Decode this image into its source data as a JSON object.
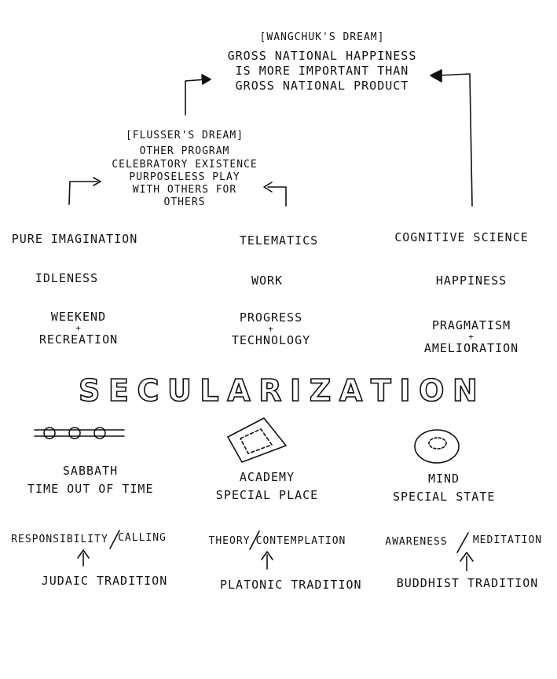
{
  "wangchuk": {
    "title": "[WANGCHUK'S DREAM]",
    "lines": [
      "GROSS NATIONAL HAPPINESS",
      "IS MORE IMPORTANT THAN",
      "GROSS NATIONAL PRODUCT"
    ]
  },
  "flusser": {
    "title": "[FLUSSER'S DREAM]",
    "lines": [
      "OTHER PROGRAM",
      "CELEBRATORY EXISTENCE",
      "PURPOSELESS PLAY",
      "WITH OTHERS FOR",
      "OTHERS"
    ]
  },
  "columns": [
    {
      "heading": "PURE IMAGINATION",
      "mode": "IDLENESS",
      "pair_a": "WEEKEND",
      "pair_b": "RECREATION",
      "symbol_label": [
        "SABBATH",
        "TIME OUT OF TIME"
      ],
      "practice_a": "RESPONSIBILITY",
      "practice_b": "CALLING",
      "tradition": "JUDAIC TRADITION"
    },
    {
      "heading": "TELEMATICS",
      "mode": "WORK",
      "pair_a": "PROGRESS",
      "pair_b": "TECHNOLOGY",
      "symbol_label": [
        "ACADEMY",
        "SPECIAL PLACE"
      ],
      "practice_a": "THEORY",
      "practice_b": "CONTEMPLATION",
      "tradition": "PLATONIC TRADITION"
    },
    {
      "heading": "COGNITIVE SCIENCE",
      "mode": "HAPPINESS",
      "pair_a": "PRAGMATISM",
      "pair_b": "AMELIORATION",
      "symbol_label": [
        "MIND",
        "SPECIAL STATE"
      ],
      "practice_a": "AWARENESS",
      "practice_b": "MEDITATION",
      "tradition": "BUDDHIST TRADITION"
    }
  ],
  "banner": {
    "letters": [
      "S",
      "E",
      "C",
      "U",
      "L",
      "A",
      "R",
      "I",
      "Z",
      "A",
      "T",
      "I",
      "O",
      "N"
    ]
  },
  "plus_sign": "+",
  "slash": "/"
}
